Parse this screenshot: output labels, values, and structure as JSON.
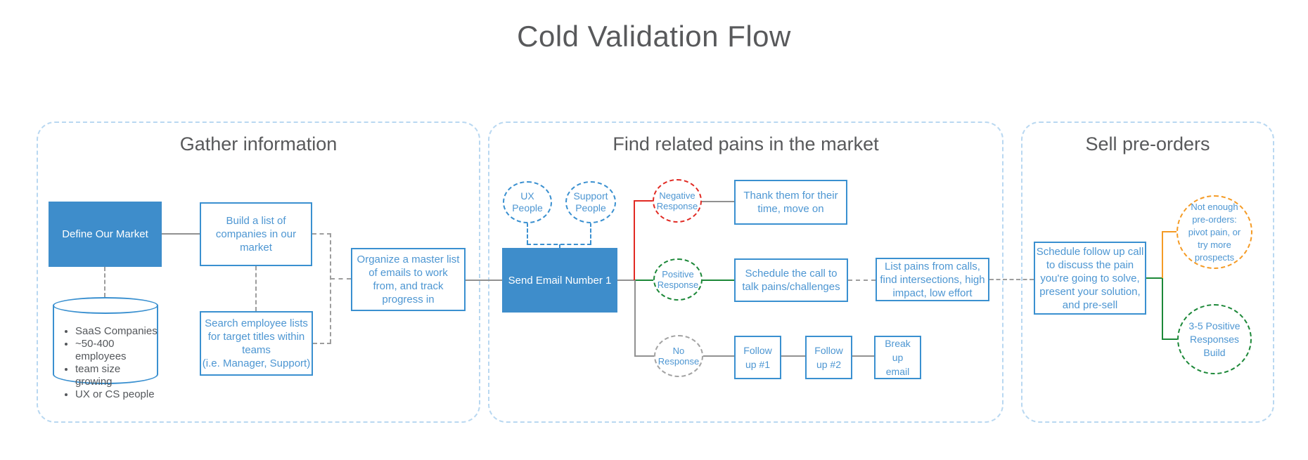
{
  "title": "Cold Validation Flow",
  "colors": {
    "blue-fill": "#3e8dcb",
    "blue-border": "#3a90d0",
    "blue-text": "#4d96d2",
    "section-border": "#b9d8f1",
    "heading-text": "#58595b",
    "body-text": "#54575b",
    "line-gray": "#919191",
    "dash-gray": "#9d9d9d",
    "red": "#e12a23",
    "green": "#1c8838",
    "orange": "#f59b25"
  },
  "sections": {
    "gather": {
      "title": "Gather information"
    },
    "pains": {
      "title": "Find related pains in the market"
    },
    "sell": {
      "title": "Sell pre-orders"
    }
  },
  "nodes": {
    "define_market": "Define Our Market",
    "market_criteria": [
      "SaaS Companies",
      "~50-400 employees",
      "team size growing",
      "UX or CS people"
    ],
    "build_list": "Build a list of\ncompanies in our\nmarket",
    "search_lists": "Search employee lists\nfor target titles within\nteams\n(i.e. Manager, Support)",
    "organize_list": "Organize a master list\nof emails to work\nfrom, and track\nprogress in",
    "ux_people": "UX\nPeople",
    "support_people": "Support\nPeople",
    "send_email": "Send Email Number 1",
    "negative_response": "Negative\nResponse",
    "positive_response": "Positive\nResponse",
    "no_response": "No\nResponse",
    "thank_them": "Thank them for their\ntime, move on",
    "schedule_call": "Schedule the call to\ntalk pains/challenges",
    "list_pains": "List pains from calls,\nfind intersections, high\nimpact, low effort",
    "follow_up_1": "Follow\nup #1",
    "follow_up_2": "Follow\nup #2",
    "break_up_email": "Break\nup\nemail",
    "schedule_followup": "Schedule follow up call\nto discuss the pain\nyou're going to solve,\npresent your solution,\nand pre-sell",
    "not_enough_preorders": "Not enough\npre-orders:\npivot pain, or\ntry more\nprospects",
    "positive_build": "3-5 Positive\nResponses\nBuild"
  }
}
